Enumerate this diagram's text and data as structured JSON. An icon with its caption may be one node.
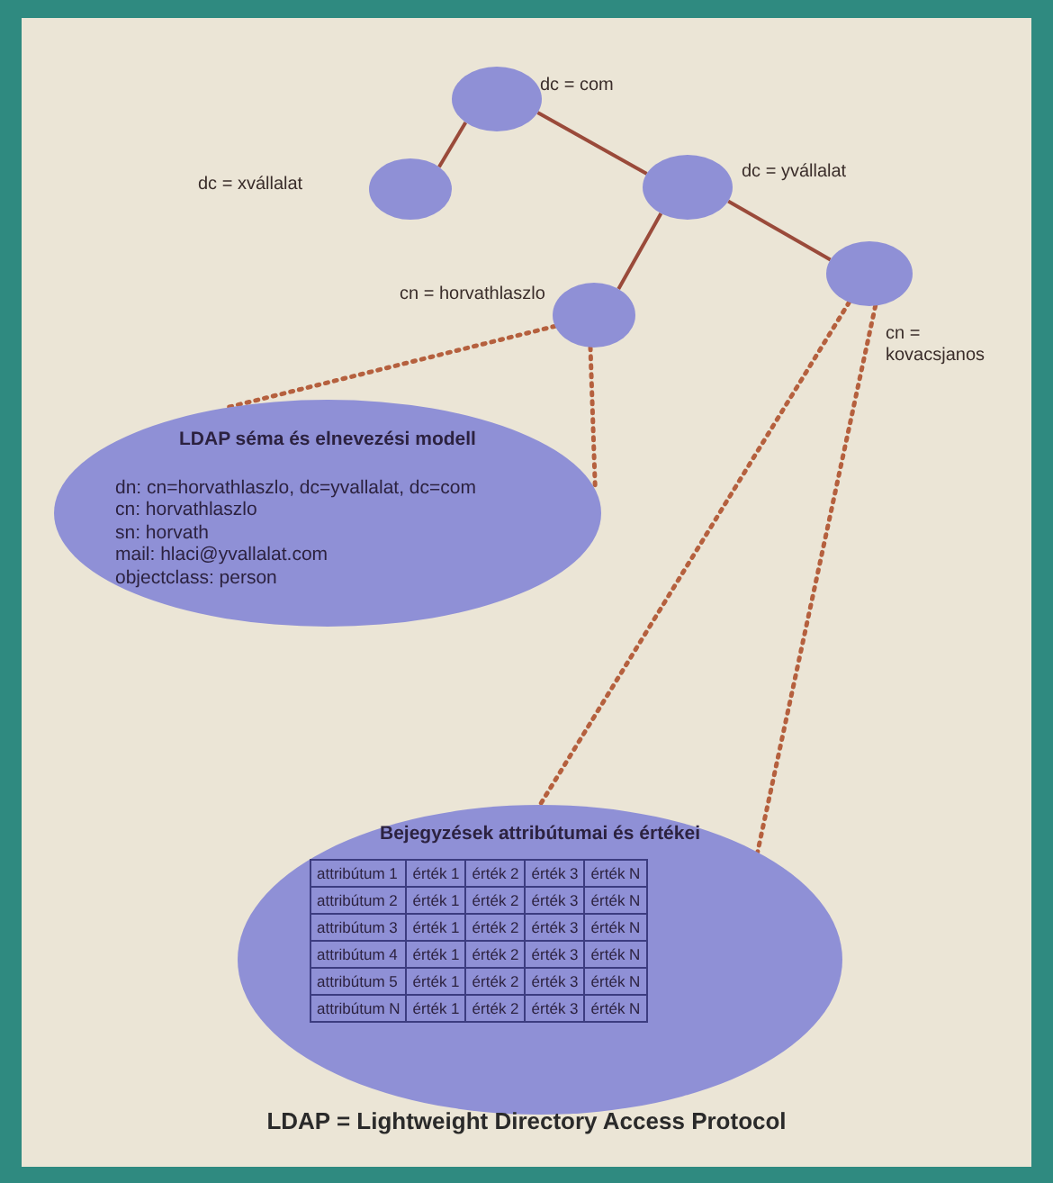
{
  "diagram": {
    "caption": "LDAP = Lightweight Directory Access Protocol",
    "nodes": [
      {
        "text": [],
        "shape": "circle",
        "beside": [
          "dc = com"
        ]
      },
      {
        "text": [],
        "shape": "circle",
        "beside": [
          "dc = xvállalat"
        ]
      },
      {
        "text": [],
        "shape": "circle",
        "beside": [
          "dc = yvállalat"
        ]
      },
      {
        "text": [],
        "shape": "circle",
        "beside": [
          "cn = horvathlaszlo"
        ]
      },
      {
        "text": [],
        "shape": "circle",
        "beside": [
          "cn = kovacsjanos"
        ]
      },
      {
        "text": [
          "LDAP séma és elnevezési modell",
          "dn: cn=horvathlaszlo, dc=yvallalat, dc=com",
          "cn: horvathlaszlo",
          "sn: horvath",
          "mail: hlaci@yvallalat.com",
          "objectclass: person"
        ]
      },
      {
        "text": [
          "Bejegyzések attribútumai és értékei"
        ]
      }
    ],
    "edges": [
      {
        "from": 0,
        "to": 1,
        "arrow": "none"
      },
      {
        "from": 0,
        "to": 2,
        "arrow": "none"
      },
      {
        "from": 2,
        "to": 3,
        "arrow": "none"
      },
      {
        "from": 2,
        "to": 4,
        "arrow": "none"
      },
      {
        "from": 3,
        "to": 5,
        "arrow": "none",
        "style": "dashed"
      },
      {
        "from": 3,
        "to": 5,
        "arrow": "none",
        "style": "dashed"
      },
      {
        "from": 4,
        "to": 6,
        "arrow": "none",
        "style": "dashed"
      },
      {
        "from": 4,
        "to": 6,
        "arrow": "none",
        "style": "dashed"
      }
    ],
    "labels": [
      "attribútum 1",
      "érték 1",
      "érték 2",
      "érték 3",
      "érték N",
      "attribútum 2",
      "érték 1",
      "érték 2",
      "érték 3",
      "érték N",
      "attribútum 3",
      "érték 1",
      "érték 2",
      "érték 3",
      "érték N",
      "attribútum 4",
      "érték 1",
      "érték 2",
      "érték 3",
      "érték N",
      "attribútum 5",
      "érték 1",
      "érték 2",
      "érték 3",
      "érték N",
      "attribútum N",
      "érték 1",
      "érték 2",
      "érték 3",
      "érték N"
    ]
  }
}
